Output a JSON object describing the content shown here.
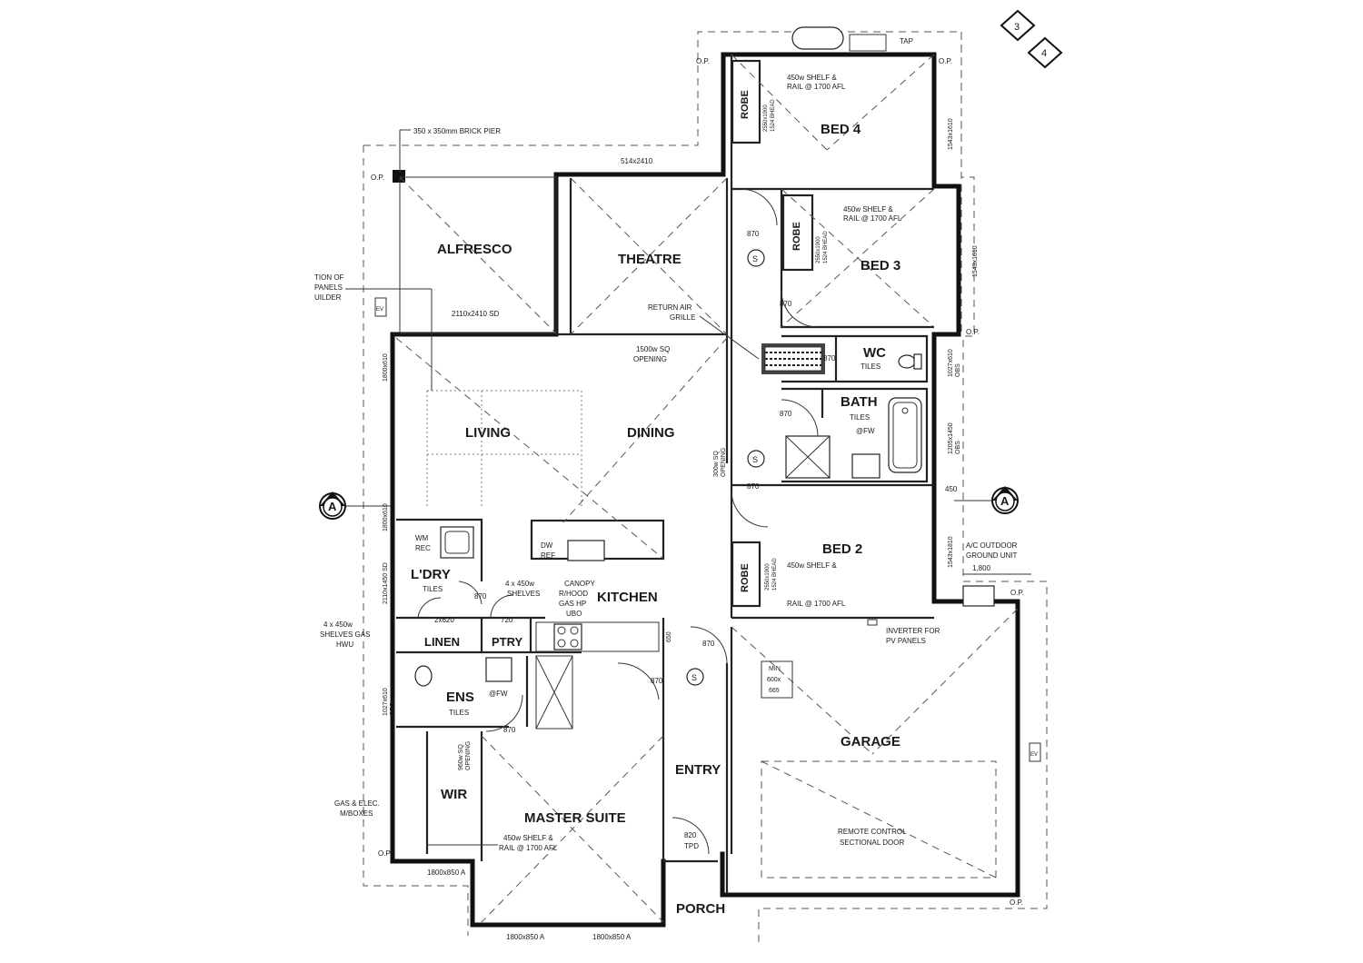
{
  "section_marker": {
    "label": "A"
  },
  "sheet_refs": [
    "3",
    "4"
  ],
  "rooms": {
    "alfresco": "ALFRESCO",
    "theatre": "THEATRE",
    "living": "LIVING",
    "dining": "DINING",
    "kitchen": "KITCHEN",
    "laundry": "L'DRY",
    "linen": "LINEN",
    "pantry": "PTRY",
    "ensuite": "ENS",
    "wir": "WIR",
    "master_suite": "MASTER SUITE",
    "entry": "ENTRY",
    "porch": "PORCH",
    "garage": "GARAGE",
    "bed4": "BED 4",
    "bed3": "BED 3",
    "bed2": "BED 2",
    "wc": "WC",
    "bath": "BATH",
    "robe": "ROBE"
  },
  "notes": {
    "brick_pier": "350 x 350mm BRICK PIER",
    "op": "O.P.",
    "tap": "TAP",
    "window_514": "514x2410",
    "window_2110_sd": "2110x2410 SD",
    "panels_1": "TION OF",
    "panels_2": "PANELS",
    "panels_3": "UILDER",
    "ev": "EV",
    "return_air_1": "RETURN AIR",
    "return_air_2": "GRILLE",
    "opening_1500_1": "1500w SQ",
    "opening_1500_2": "OPENING",
    "opening_300_1": "300w SQ",
    "opening_300_2": "OPENING",
    "opening_960_1": "960w SQ",
    "opening_960_2": "OPENING",
    "shelf_rail_1": "450w SHELF &",
    "shelf_rail_2": "RAIL @ 1700 AFL",
    "shelf_rail_master_1": "450w SHELF &",
    "shelf_rail_master_2": "RAIL @ 1700 AFL",
    "robe_dims": "2550x1900",
    "robe_head": "1524 BHEAD",
    "door_870": "870",
    "door_720": "720",
    "door_820": "820",
    "door_2x620": "2x620",
    "smoke": "S",
    "tiles": "TILES",
    "fw": "@FW",
    "wm": "WM",
    "rec": "REC",
    "shelves_1": "4 x 450w",
    "shelves_2": "SHELVES",
    "canopy_1": "CANOPY",
    "canopy_2": "R/HOOD",
    "canopy_3": "GAS HP",
    "canopy_4": "UBO",
    "dw": "DW",
    "ref": "REF",
    "shelves_gas_1": "4 x 450w",
    "shelves_gas_2": "SHELVES GAS",
    "shelves_gas_3": "HWU",
    "gas_elec_1": "GAS & ELEC.",
    "gas_elec_2": "M/BOXES",
    "tpd": "TPD",
    "inverter_1": "INVERTER FOR",
    "inverter_2": "PV PANELS",
    "ac_1": "A/C OUTDOOR",
    "ac_2": "GROUND UNIT",
    "ac_dim": "1,800",
    "meter_1": "MIN",
    "meter_2": "600x",
    "meter_3": "665",
    "door_1": "REMOTE CONTROL",
    "door_2": "SECTIONAL DOOR",
    "dim_450": "450",
    "dim_650": "650",
    "win_1800_610": "1800x610",
    "win_1543_1610": "1543x1610",
    "win_1027_610": "1027x610",
    "obs": "OBS",
    "win_1205_1450": "1205x1450",
    "win_1543_1810": "1543x1810",
    "win_1800_610_b": "1800x610",
    "win_2110_1450": "2110x1450 SD",
    "win_1027_610_b": "1027x610",
    "win_1800_850_a": "1800x850 A",
    "win_1800_850_b": "1800x850 A",
    "win_1800_850_c": "1800x850 A"
  }
}
